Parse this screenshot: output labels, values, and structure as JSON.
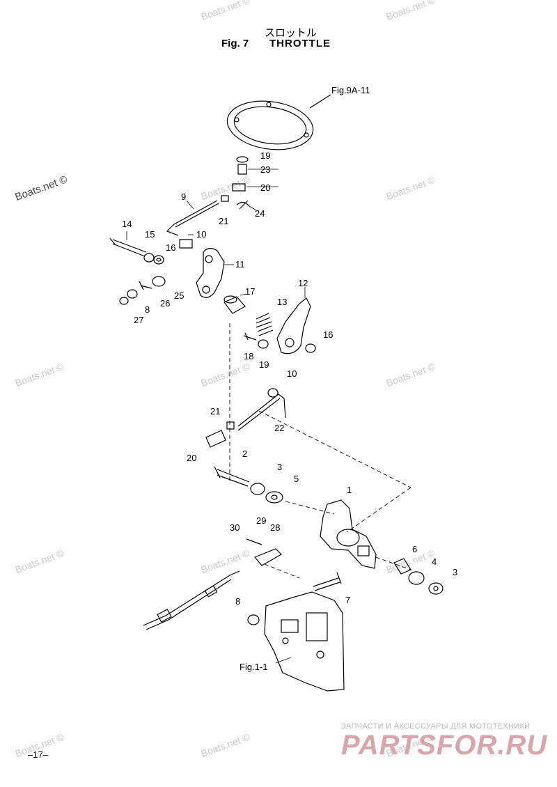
{
  "header": {
    "title_jp": "スロットル",
    "fig_label": "Fig. 7",
    "title_en": "THROTTLE"
  },
  "references": {
    "top": "Fig.9A-11",
    "bottom": "Fig.1-1"
  },
  "watermark": "Boats.net ©",
  "part_labels": [
    "1",
    "2",
    "3",
    "3",
    "4",
    "5",
    "6",
    "7",
    "8",
    "8",
    "9",
    "10",
    "10",
    "11",
    "12",
    "13",
    "14",
    "15",
    "16",
    "16",
    "17",
    "18",
    "19",
    "19",
    "20",
    "20",
    "21",
    "21",
    "22",
    "23",
    "24",
    "25",
    "26",
    "27",
    "28",
    "29",
    "30"
  ],
  "page_number": "–17–",
  "brand": {
    "subtitle": "ЗАПЧАСТИ И АКСЕССУАРЫ ДЛЯ МОТОТЕХНИКИ",
    "name": "PARTSFOR.RU"
  }
}
